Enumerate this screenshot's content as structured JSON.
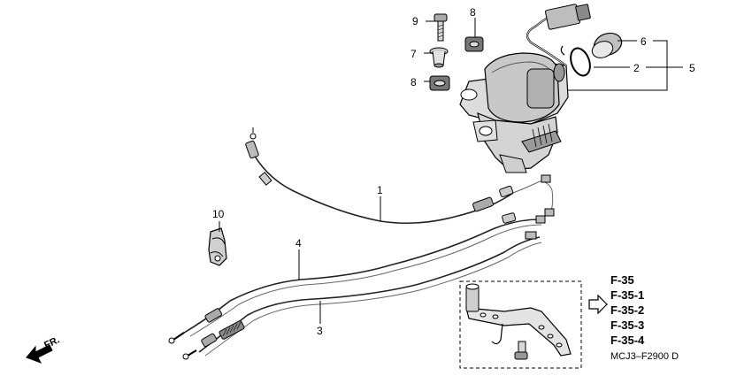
{
  "part_numbers": {
    "p1": "1",
    "p2": "2",
    "p3": "3",
    "p4": "4",
    "p5": "5",
    "p6": "6",
    "p7": "7",
    "p8a": "8",
    "p8b": "8",
    "p9": "9",
    "p10": "10"
  },
  "references": [
    "F-35",
    "F-35-1",
    "F-35-2",
    "F-35-3",
    "F-35-4"
  ],
  "diagram_code": "MCJ3–F2900 D",
  "front_indicator": "FR.",
  "icons": {
    "front": "front-arrow-icon",
    "reference": "hollow-arrow-icon"
  },
  "colors": {
    "line": "#000000",
    "part_fill": "#e6e6e6",
    "part_shade": "#9a9a9a"
  }
}
